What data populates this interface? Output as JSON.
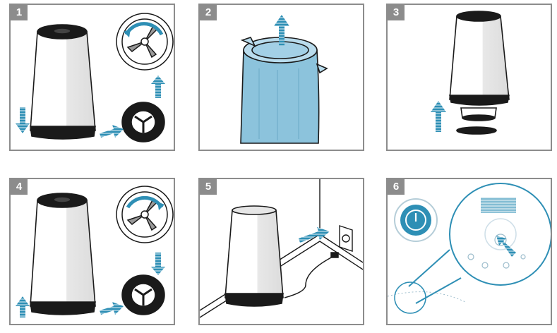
{
  "steps": [
    {
      "number": "1"
    },
    {
      "number": "2"
    },
    {
      "number": "3"
    },
    {
      "number": "4"
    },
    {
      "number": "5"
    },
    {
      "number": "6"
    }
  ],
  "colors": {
    "frame": "#8c8c8c",
    "arrow": "#2e8fb5",
    "bag": "#8cc3dc",
    "device_dark": "#1a1a1a",
    "device_shade": "#e6e6e6"
  },
  "icons": [
    "arrow-icon",
    "power-button-icon",
    "touch-hand-icon",
    "power-outlet-icon"
  ]
}
